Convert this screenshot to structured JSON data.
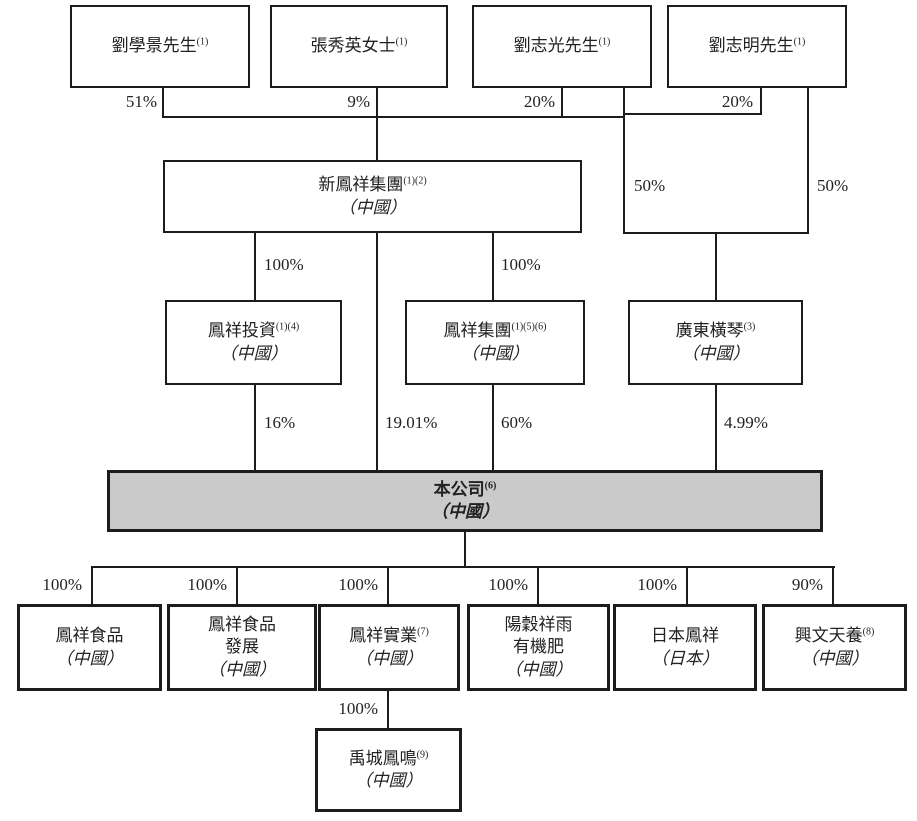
{
  "diagram": {
    "shareholders": [
      {
        "name": "劉學景先生",
        "sup": "(1)",
        "pct": "51%"
      },
      {
        "name": "張秀英女士",
        "sup": "(1)",
        "pct": "9%"
      },
      {
        "name": "劉志光先生",
        "sup": "(1)",
        "pct": "20%"
      },
      {
        "name": "劉志明先生",
        "sup": "(1)",
        "pct": "20%"
      }
    ],
    "xin_fengxiang": {
      "name": "新鳳祥集團",
      "sup": "(1)(2)",
      "loc": "（中國）",
      "to_investment_pct": "100%",
      "to_group_pct": "100%",
      "direct_to_company_pct": "19.01%"
    },
    "hengqin_pcts": [
      "50%",
      "50%"
    ],
    "level2": [
      {
        "name": "鳳祥投資",
        "sup": "(1)(4)",
        "loc": "（中國）",
        "pct_to_company": "16%"
      },
      {
        "name": "鳳祥集團",
        "sup": "(1)(5)(6)",
        "loc": "（中國）",
        "pct_to_company": "60%"
      },
      {
        "name": "廣東橫琴",
        "sup": "(3)",
        "loc": "（中國）",
        "pct_to_company": "4.99%"
      }
    ],
    "company": {
      "name": "本公司",
      "sup": "(6)",
      "loc": "（中國）"
    },
    "subsidiaries": [
      {
        "line1": "鳳祥食品",
        "loc": "（中國）",
        "pct": "100%"
      },
      {
        "line1": "鳳祥食品",
        "line2": "發展",
        "loc": "（中國）",
        "pct": "100%"
      },
      {
        "line1": "鳳祥實業",
        "sup": "(7)",
        "loc": "（中國）",
        "pct": "100%"
      },
      {
        "line1": "陽穀祥雨",
        "line2": "有機肥",
        "loc": "（中國）",
        "pct": "100%"
      },
      {
        "line1": "日本鳳祥",
        "loc": "（日本）",
        "pct": "100%"
      },
      {
        "line1": "興文天養",
        "sup": "(8)",
        "loc": "（中國）",
        "pct": "90%"
      }
    ],
    "yucheng": {
      "name": "禹城鳳鳴",
      "sup": "(9)",
      "loc": "（中國）",
      "pct": "100%"
    }
  }
}
